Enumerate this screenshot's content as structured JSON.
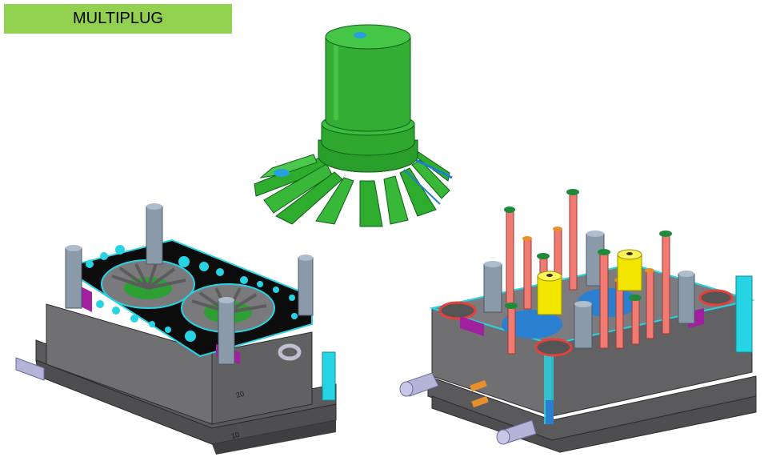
{
  "title": {
    "text": "MULTIPLUG",
    "background": "#92d050"
  },
  "colors": {
    "part_green": "#2eac2e",
    "part_green_light": "#4cc94c",
    "mold_gray": "#6f6f72",
    "mold_dark": "#4a4a4c",
    "cyan_edge": "#27d4e4",
    "magenta": "#a020a0",
    "pin_gray": "#8a9aa8",
    "core_pin_red": "#ef7b72",
    "ejector_yellow": "#f2e600",
    "cap_green": "#1f8a3a",
    "hose_lavender": "#b4b4d8",
    "fitting_orange": "#e8902a"
  },
  "plate_marks": {
    "left": [
      "20",
      "10"
    ]
  }
}
